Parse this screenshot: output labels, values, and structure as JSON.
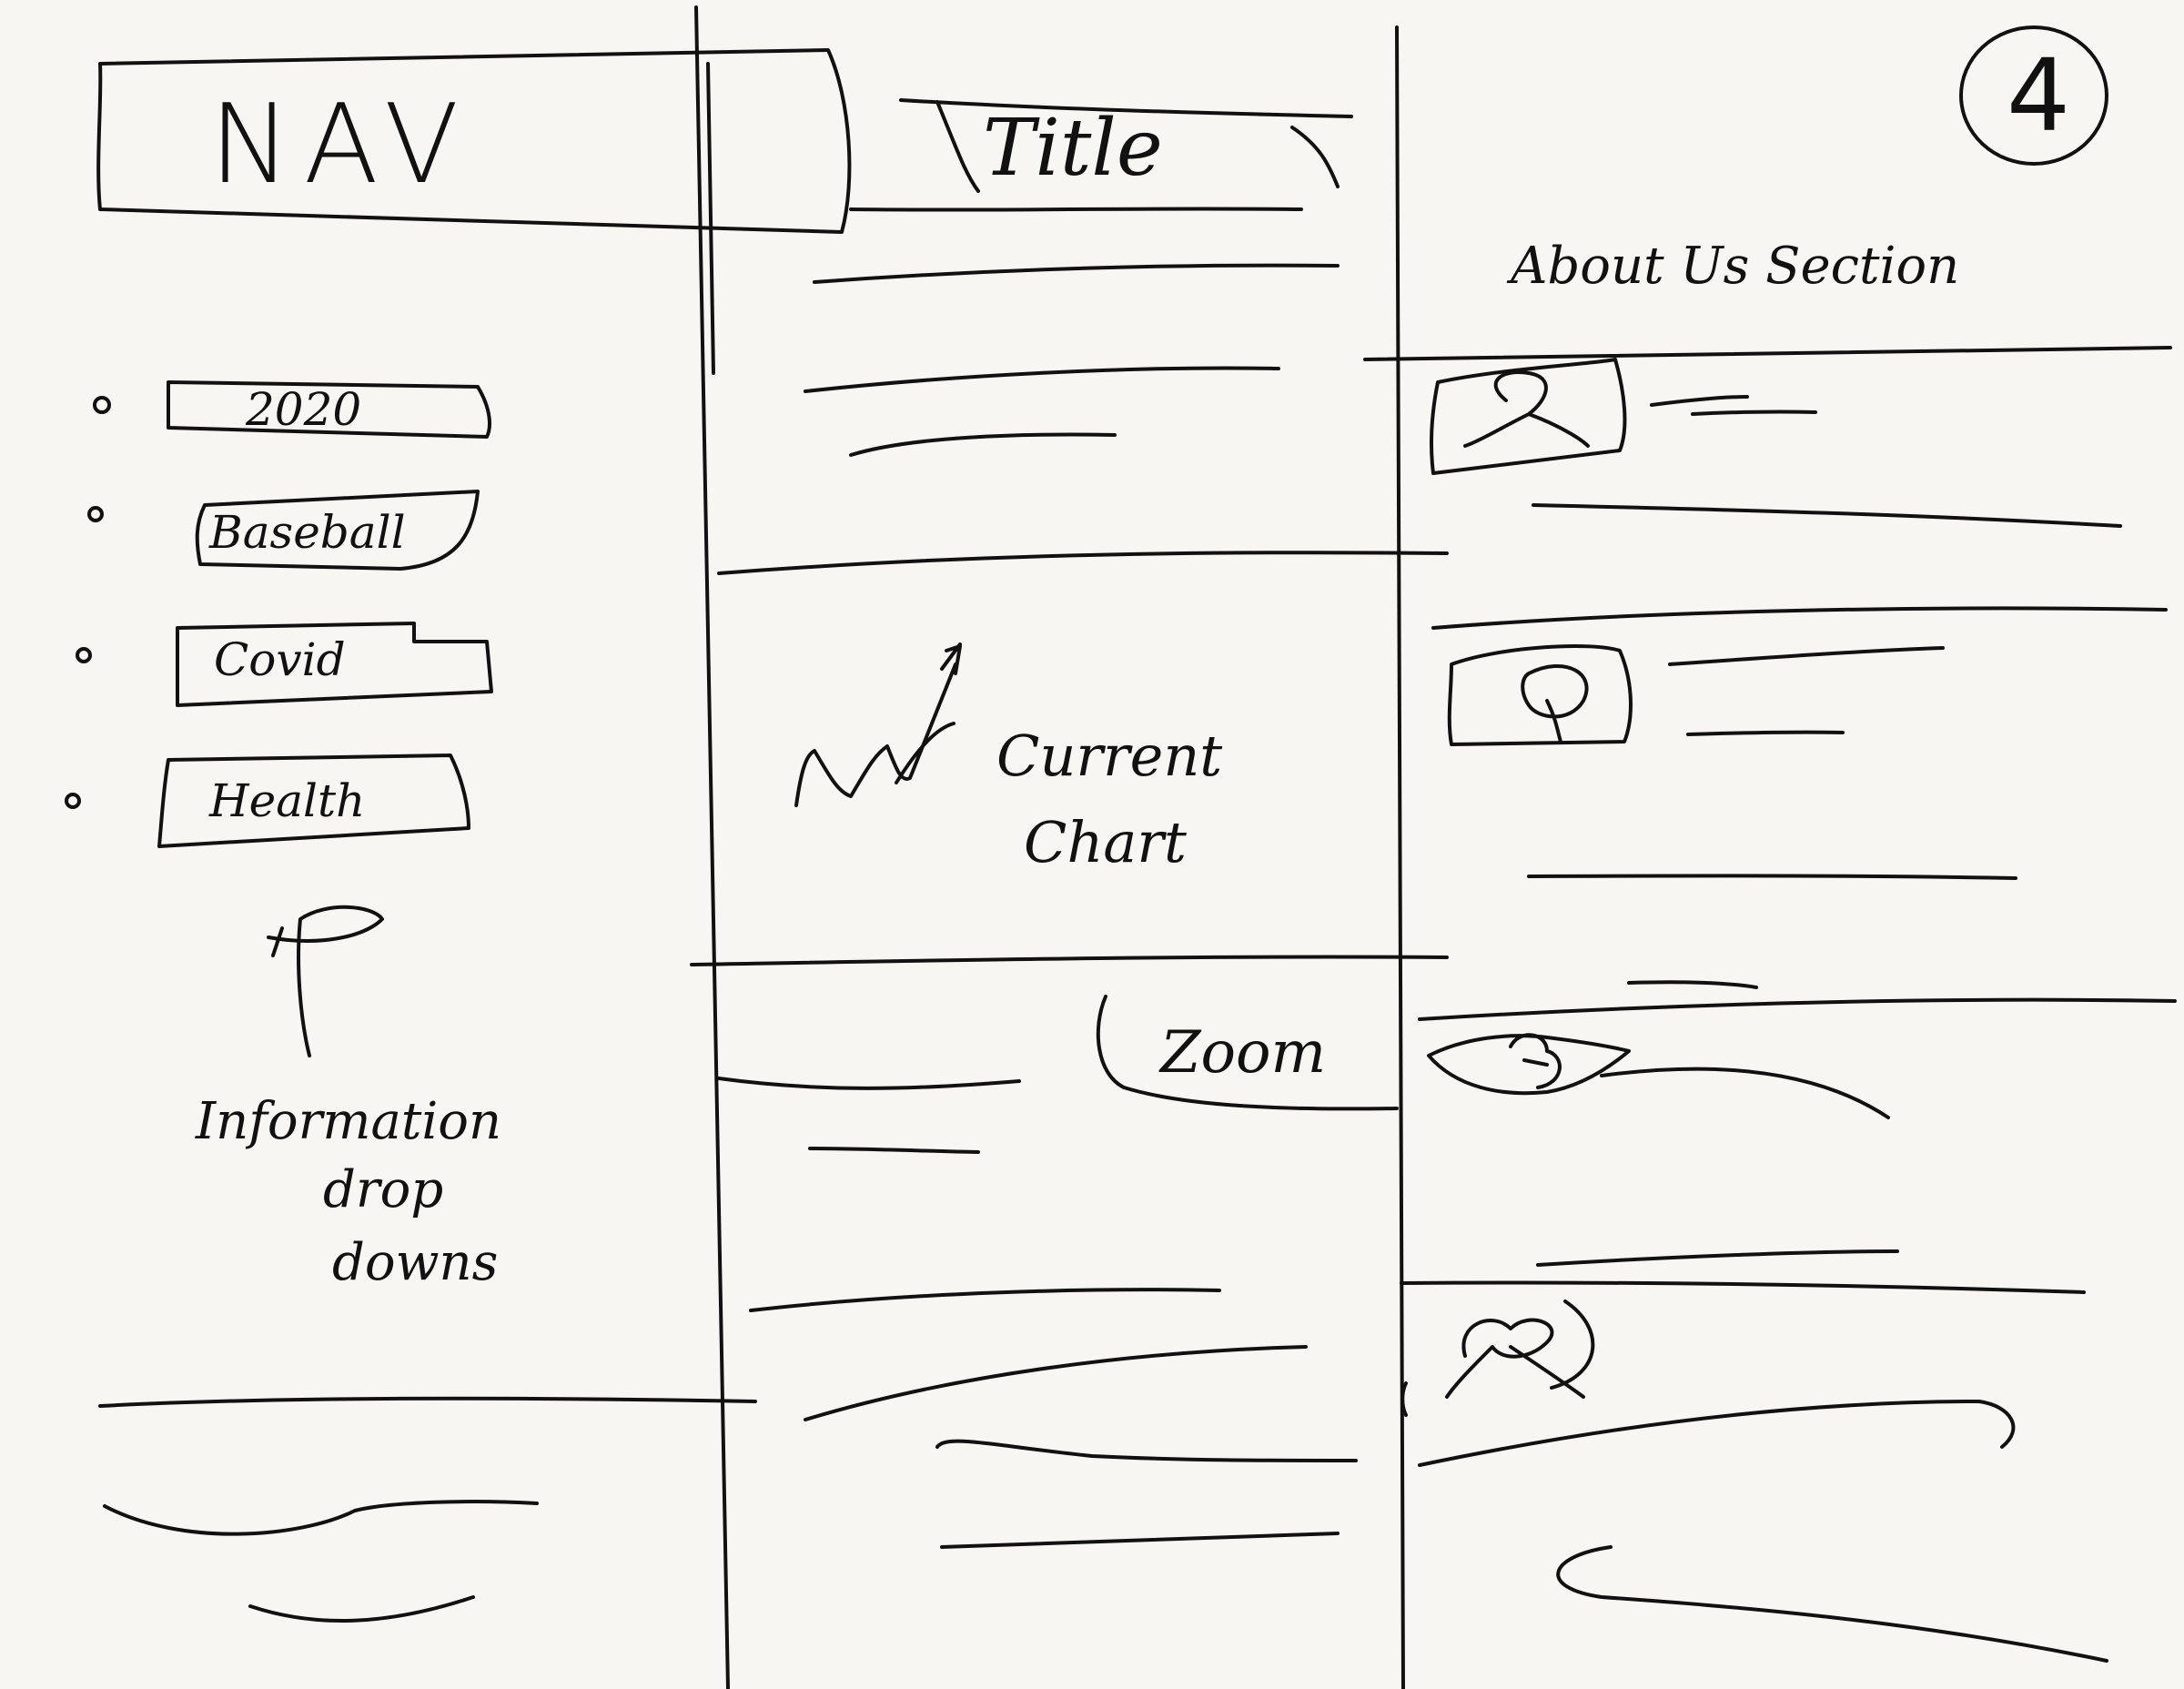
{
  "page_number": "4",
  "nav": {
    "label": "NAV"
  },
  "title": {
    "label": "Title"
  },
  "left_column": {
    "options": [
      {
        "label": "2020"
      },
      {
        "label": "Baseball"
      },
      {
        "label": "Covid"
      },
      {
        "label": "Health"
      }
    ],
    "annotation_line1": "Information",
    "annotation_line2": "drop",
    "annotation_line3": "downs"
  },
  "middle_column": {
    "chart_label_line1": "Current",
    "chart_label_line2": "Chart",
    "zoom_label": "Zoom"
  },
  "right_column": {
    "header": "About Us Section"
  }
}
